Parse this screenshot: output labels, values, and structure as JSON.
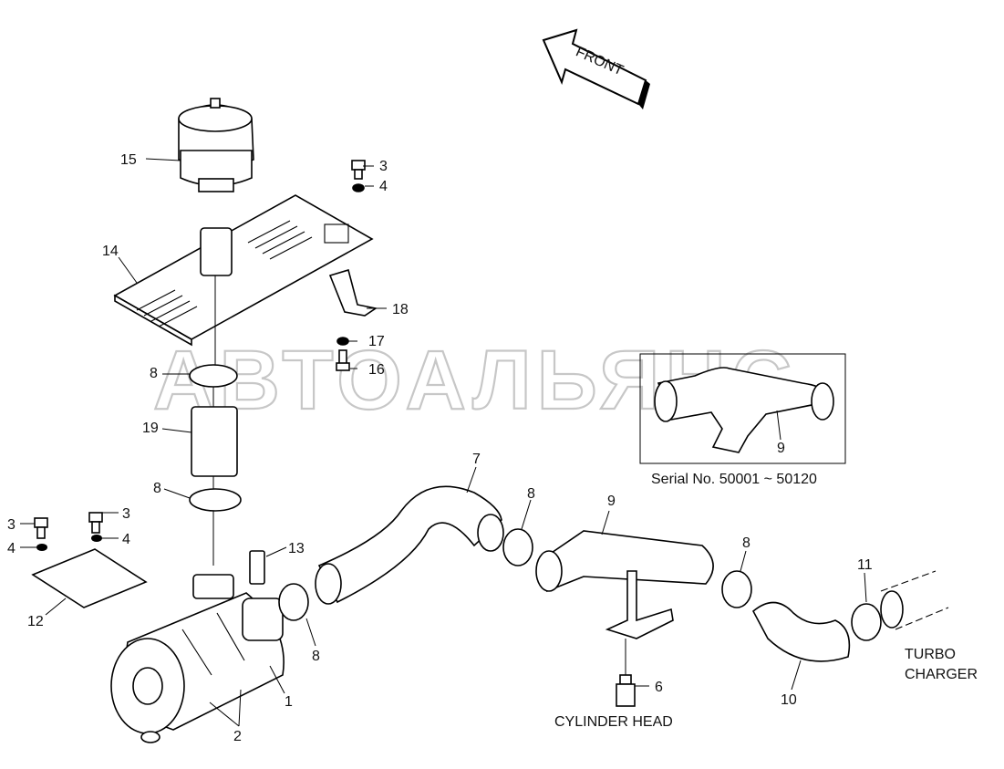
{
  "direction_label": "FRONT",
  "watermark": "АВТОАЛЬЯНС",
  "inset_caption": "Serial No. 50001 ~ 50120",
  "labels": {
    "cylinder_head": "CYLINDER HEAD",
    "turbo_line1": "TURBO",
    "turbo_line2": "CHARGER"
  },
  "callouts": {
    "c1": "1",
    "c2": "2",
    "c3a": "3",
    "c3b": "3",
    "c3c": "3",
    "c4a": "4",
    "c4b": "4",
    "c4c": "4",
    "c6": "6",
    "c7": "7",
    "c8a": "8",
    "c8b": "8",
    "c8c": "8",
    "c8d": "8",
    "c8e": "8",
    "c9a": "9",
    "c9b": "9",
    "c10": "10",
    "c11": "11",
    "c12": "12",
    "c13": "13",
    "c14": "14",
    "c15": "15",
    "c16": "16",
    "c17": "17",
    "c18": "18",
    "c19": "19"
  }
}
